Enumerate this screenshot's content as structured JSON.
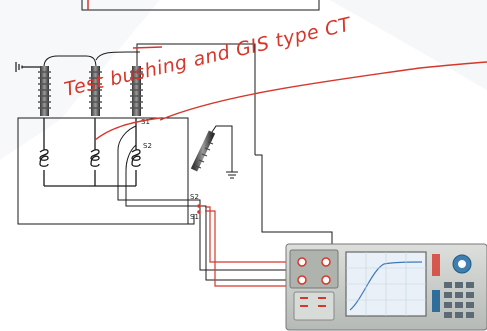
{
  "annotation": {
    "text": "Test bushing and GIS type CT"
  },
  "labels": {
    "tap_upper": "S1",
    "tap_lower": "S2",
    "term_s2": "S2",
    "term_s1": "S1"
  },
  "colors": {
    "wire": "#1a1a1a",
    "annotation": "#d6372c",
    "instrument_body": "#c9ccc9",
    "screen": "#e9f0f7",
    "screen_curve": "#3d7ab8",
    "knob": "#3e7fb0"
  },
  "icons": [
    "ground-icon",
    "bushing-icon",
    "ct-coil-icon",
    "instrument-icon"
  ]
}
